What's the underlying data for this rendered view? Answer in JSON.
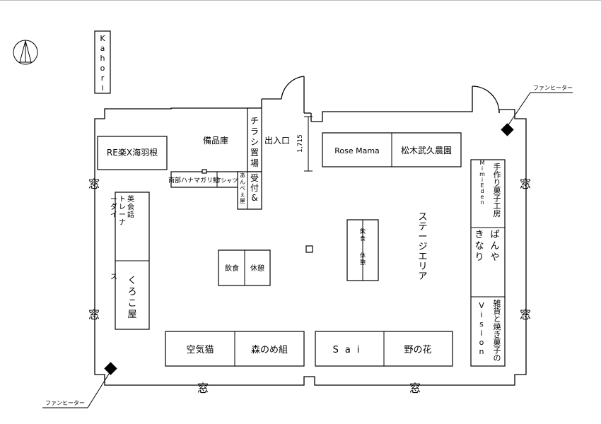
{
  "compass": {
    "icon": "north-arrow-icon",
    "label": ""
  },
  "labels": {
    "kahori": "Kahori",
    "re_kaiwa": "RE楽X海羽根",
    "bihinko": "備品庫",
    "nanbu": "南部ハナマガリ鮭",
    "tshirt": "Tシャツ",
    "chirashi": "チラシ置場",
    "uketsuke": "受付&",
    "anbesama": "あんべぇ屋",
    "entrance": "出入口",
    "dimension": "1,715",
    "rose_mama": "Rose Mama",
    "matsuki": "松木武久農園",
    "fan_top": "ファンヒーター",
    "fan_bottom": "ファンヒーター",
    "window_left_1": "窓",
    "window_left_2": "窓",
    "window_right_1": "窓",
    "window_right_2": "窓",
    "window_bottom_1": "窓",
    "window_bottom_2": "窓",
    "eikaiwa": "英会話トレーナーダイス",
    "kuroko": "くろこ屋",
    "inshoku1": "飲食",
    "kyukei1": "休憩",
    "inshoku2": "飲食",
    "kyukei2": "休憩",
    "stage": "ステージエリア",
    "tezukuri": "手作り菓子工房",
    "mimi_eden": "Mimi Eden",
    "panya": "ぱんやきなり",
    "zakka": "雑貨と焼き菓子の",
    "vision": "Vision",
    "kukineko": "空気猫",
    "morinome": "森のめ組",
    "sai": "Sai",
    "nonohana": "野の花"
  },
  "colors": {
    "line": "#000000",
    "background": "#ffffff",
    "frame": "#bbbbbb"
  }
}
